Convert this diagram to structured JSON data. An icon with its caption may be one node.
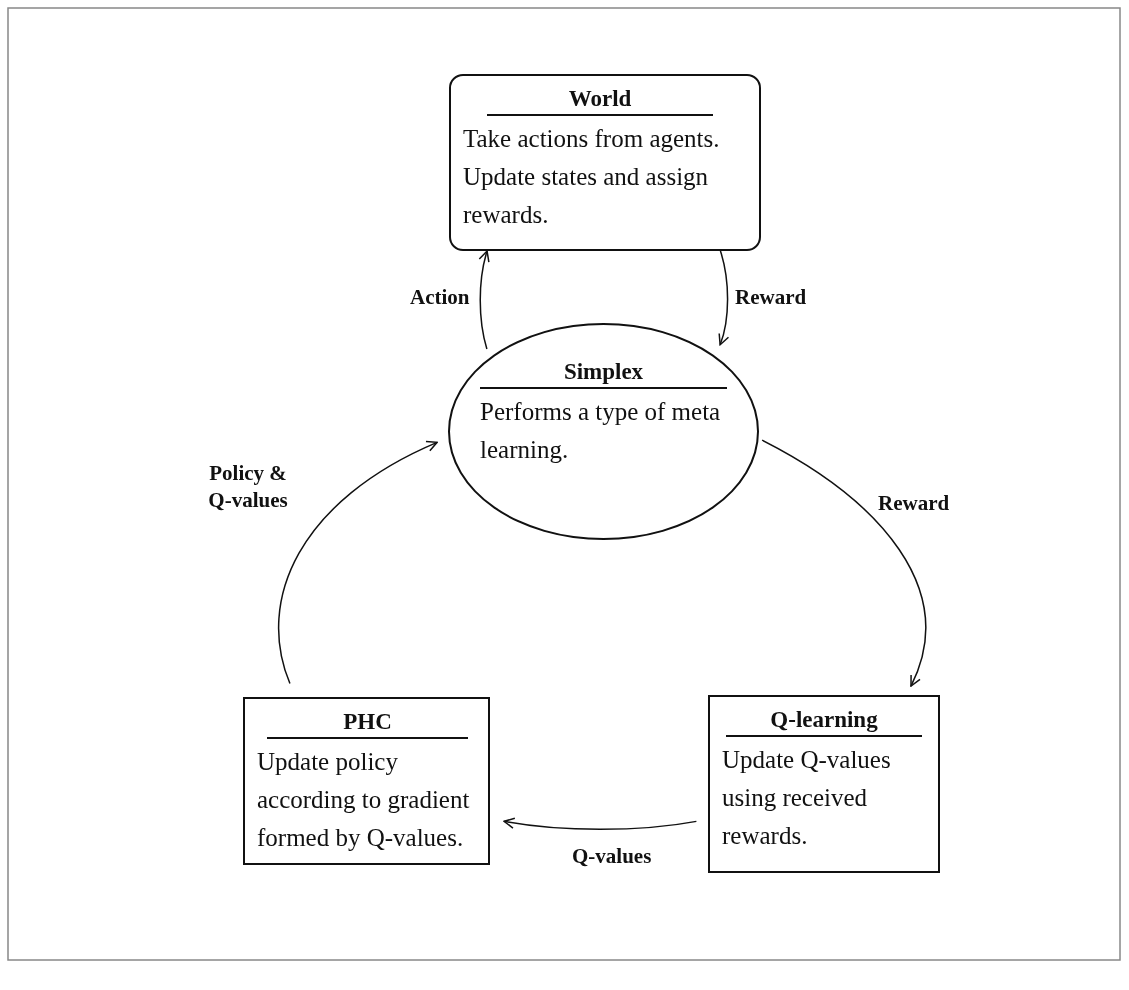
{
  "diagram": {
    "nodes": [
      {
        "text": [
          "World",
          "Take actions from agents.  Update states and assign rewards."
        ]
      },
      {
        "text": [
          "Simplex",
          "Performs a type of meta learning."
        ]
      },
      {
        "text": [
          "Q-learning",
          "Update Q-values using received rewards."
        ]
      },
      {
        "text": [
          "PHC",
          "Update policy according to gradient formed by Q-values."
        ]
      }
    ],
    "edges": [
      {
        "from": 1,
        "to": 0,
        "arrow": "to",
        "label": "Action"
      },
      {
        "from": 0,
        "to": 1,
        "arrow": "to",
        "label": "Reward"
      },
      {
        "from": 1,
        "to": 2,
        "arrow": "to",
        "label": "Reward"
      },
      {
        "from": 2,
        "to": 3,
        "arrow": "to",
        "label": "Q-values"
      },
      {
        "from": 3,
        "to": 1,
        "arrow": "to",
        "label": "Policy & Q-values"
      }
    ]
  }
}
